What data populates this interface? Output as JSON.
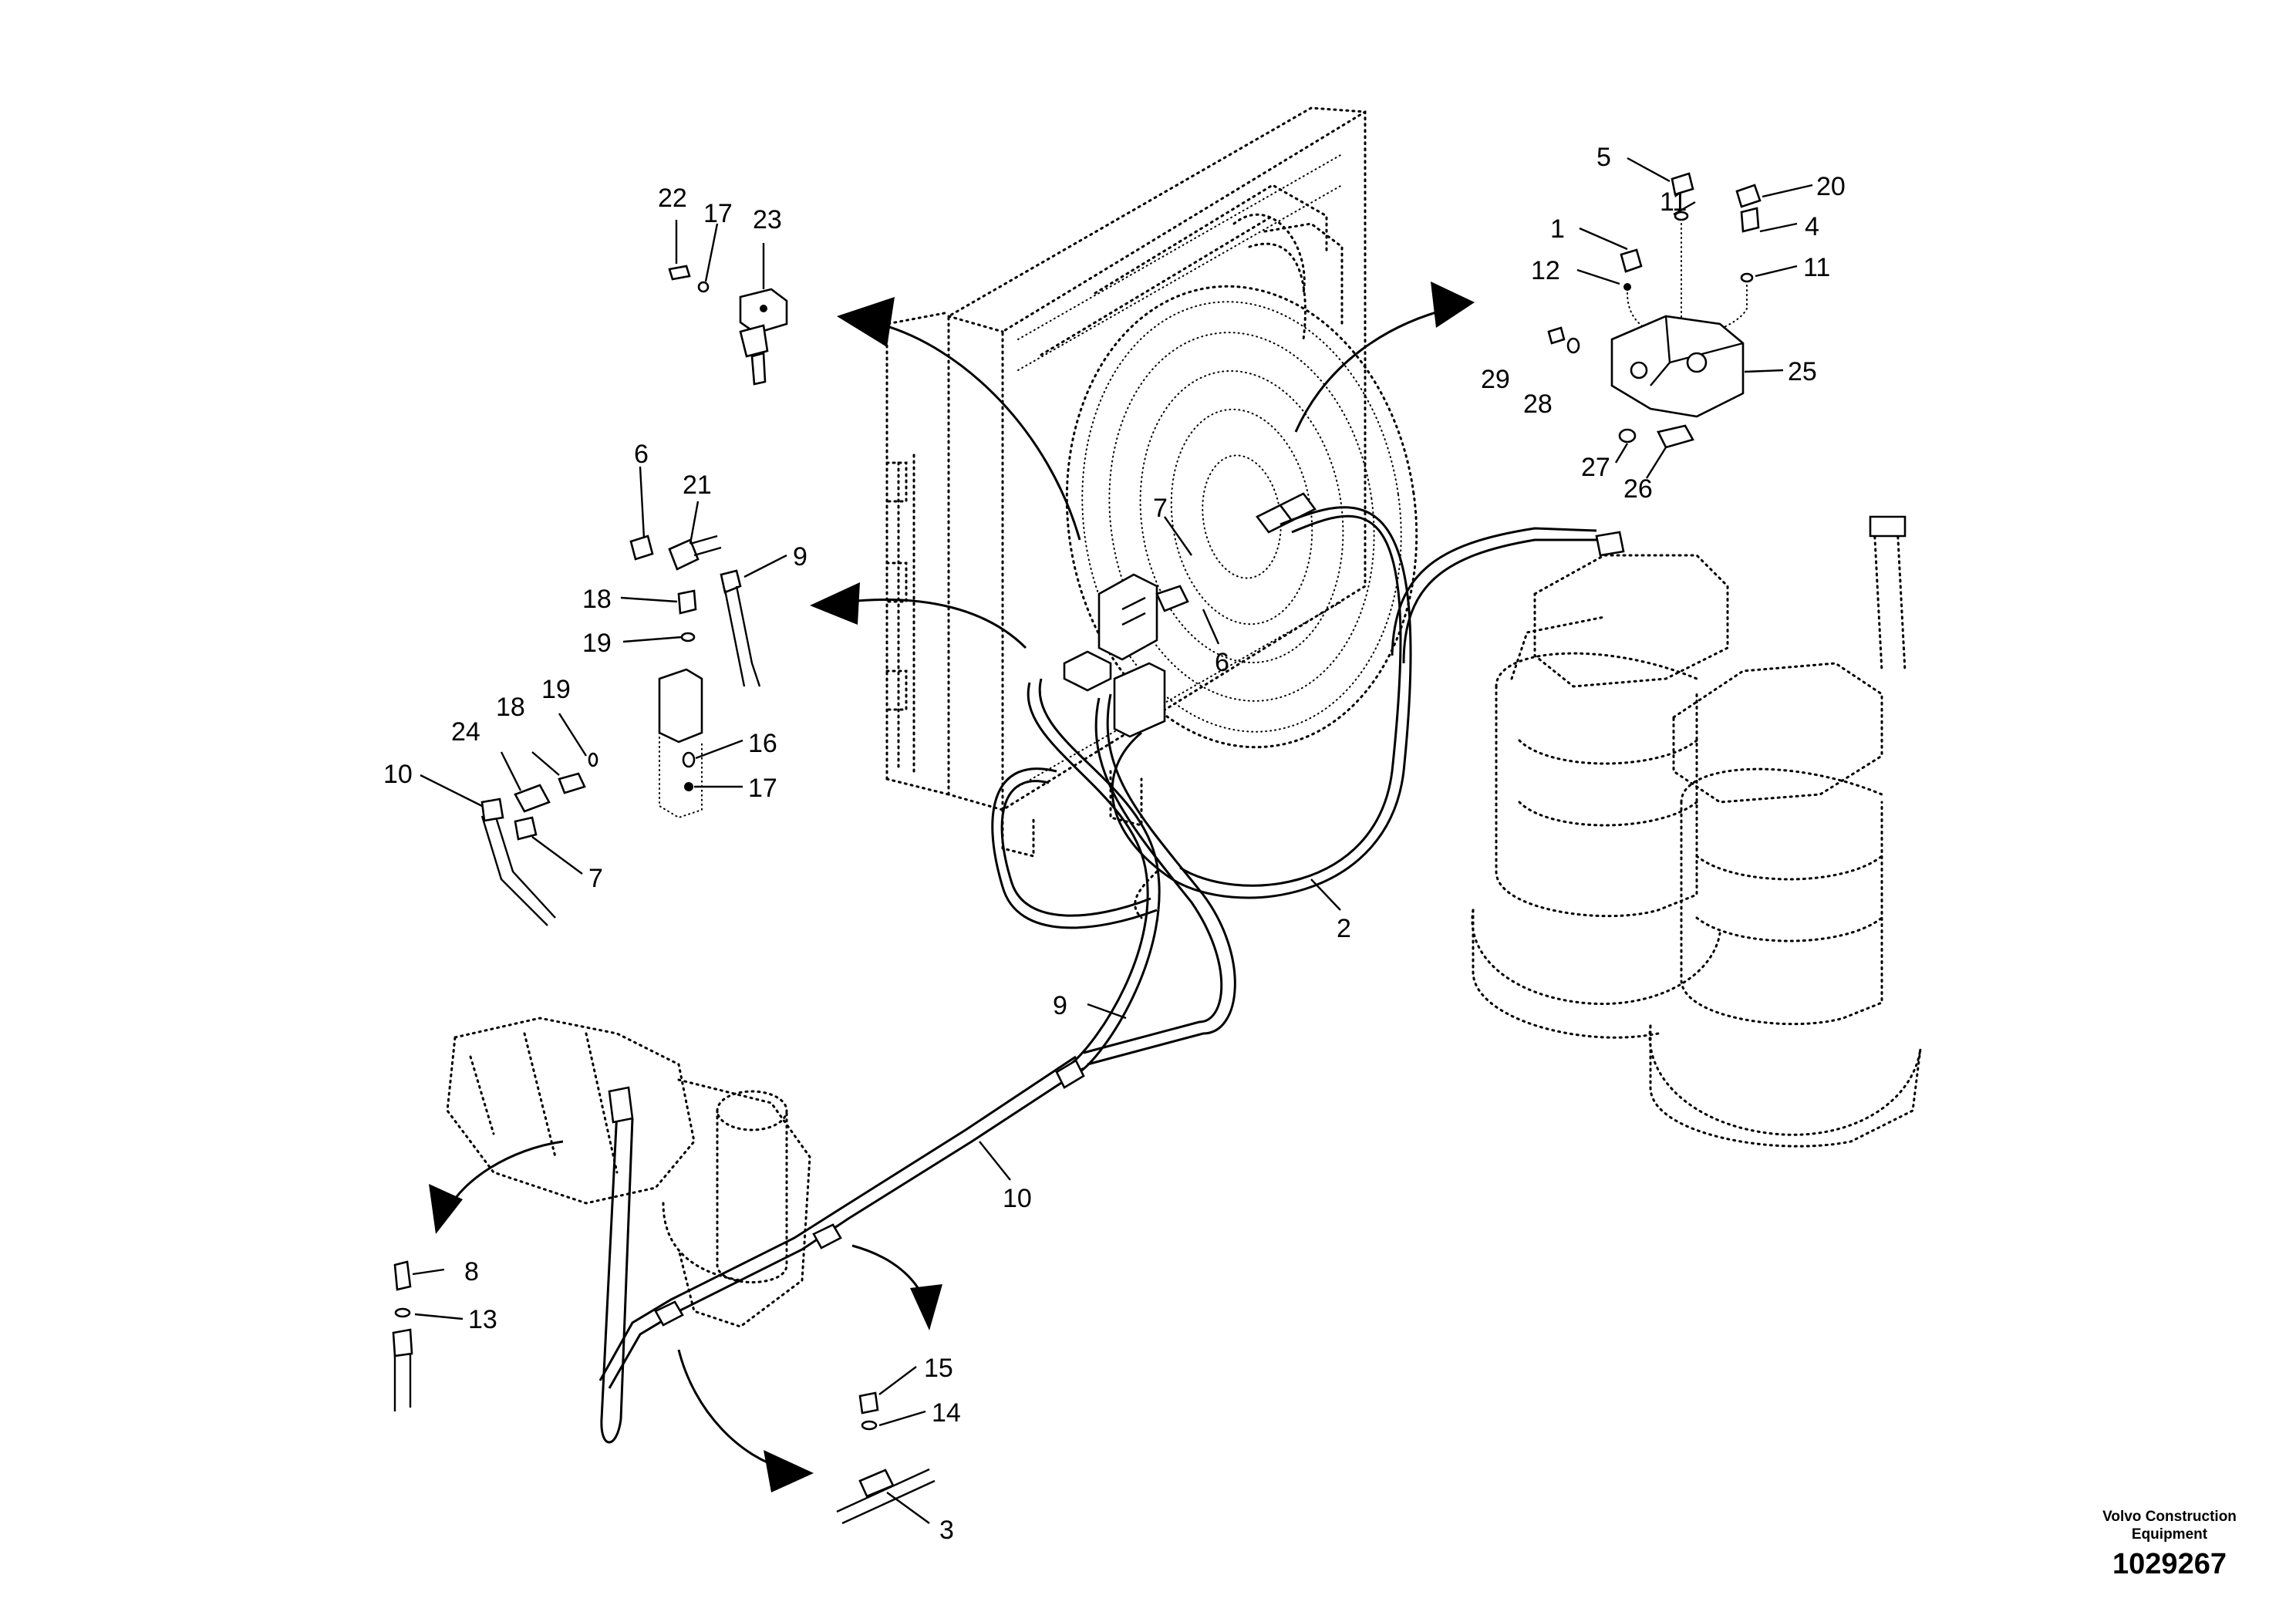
{
  "callouts": [
    {
      "id": "c22",
      "text": "22"
    },
    {
      "id": "c17a",
      "text": "17"
    },
    {
      "id": "c23",
      "text": "23"
    },
    {
      "id": "c5",
      "text": "5"
    },
    {
      "id": "c20",
      "text": "20"
    },
    {
      "id": "c11a",
      "text": "11"
    },
    {
      "id": "c1",
      "text": "1"
    },
    {
      "id": "c4",
      "text": "4"
    },
    {
      "id": "c12",
      "text": "12"
    },
    {
      "id": "c11b",
      "text": "11"
    },
    {
      "id": "c29",
      "text": "29"
    },
    {
      "id": "c28",
      "text": "28"
    },
    {
      "id": "c25",
      "text": "25"
    },
    {
      "id": "c27",
      "text": "27"
    },
    {
      "id": "c26",
      "text": "26"
    },
    {
      "id": "c6a",
      "text": "6"
    },
    {
      "id": "c21",
      "text": "21"
    },
    {
      "id": "c9a",
      "text": "9"
    },
    {
      "id": "c18a",
      "text": "18"
    },
    {
      "id": "c19a",
      "text": "19"
    },
    {
      "id": "c19b",
      "text": "19"
    },
    {
      "id": "c24",
      "text": "24"
    },
    {
      "id": "c18b",
      "text": "18"
    },
    {
      "id": "c16",
      "text": "16"
    },
    {
      "id": "c10a",
      "text": "10"
    },
    {
      "id": "c17b",
      "text": "17"
    },
    {
      "id": "c7a",
      "text": "7"
    },
    {
      "id": "c7b",
      "text": "7"
    },
    {
      "id": "c6b",
      "text": "6"
    },
    {
      "id": "c2",
      "text": "2"
    },
    {
      "id": "c9b",
      "text": "9"
    },
    {
      "id": "c10b",
      "text": "10"
    },
    {
      "id": "c8",
      "text": "8"
    },
    {
      "id": "c13",
      "text": "13"
    },
    {
      "id": "c15",
      "text": "15"
    },
    {
      "id": "c14",
      "text": "14"
    },
    {
      "id": "c3",
      "text": "3"
    }
  ],
  "footer": {
    "company_line1": "Volvo Construction",
    "company_line2": "Equipment",
    "document_number": "1029267"
  }
}
